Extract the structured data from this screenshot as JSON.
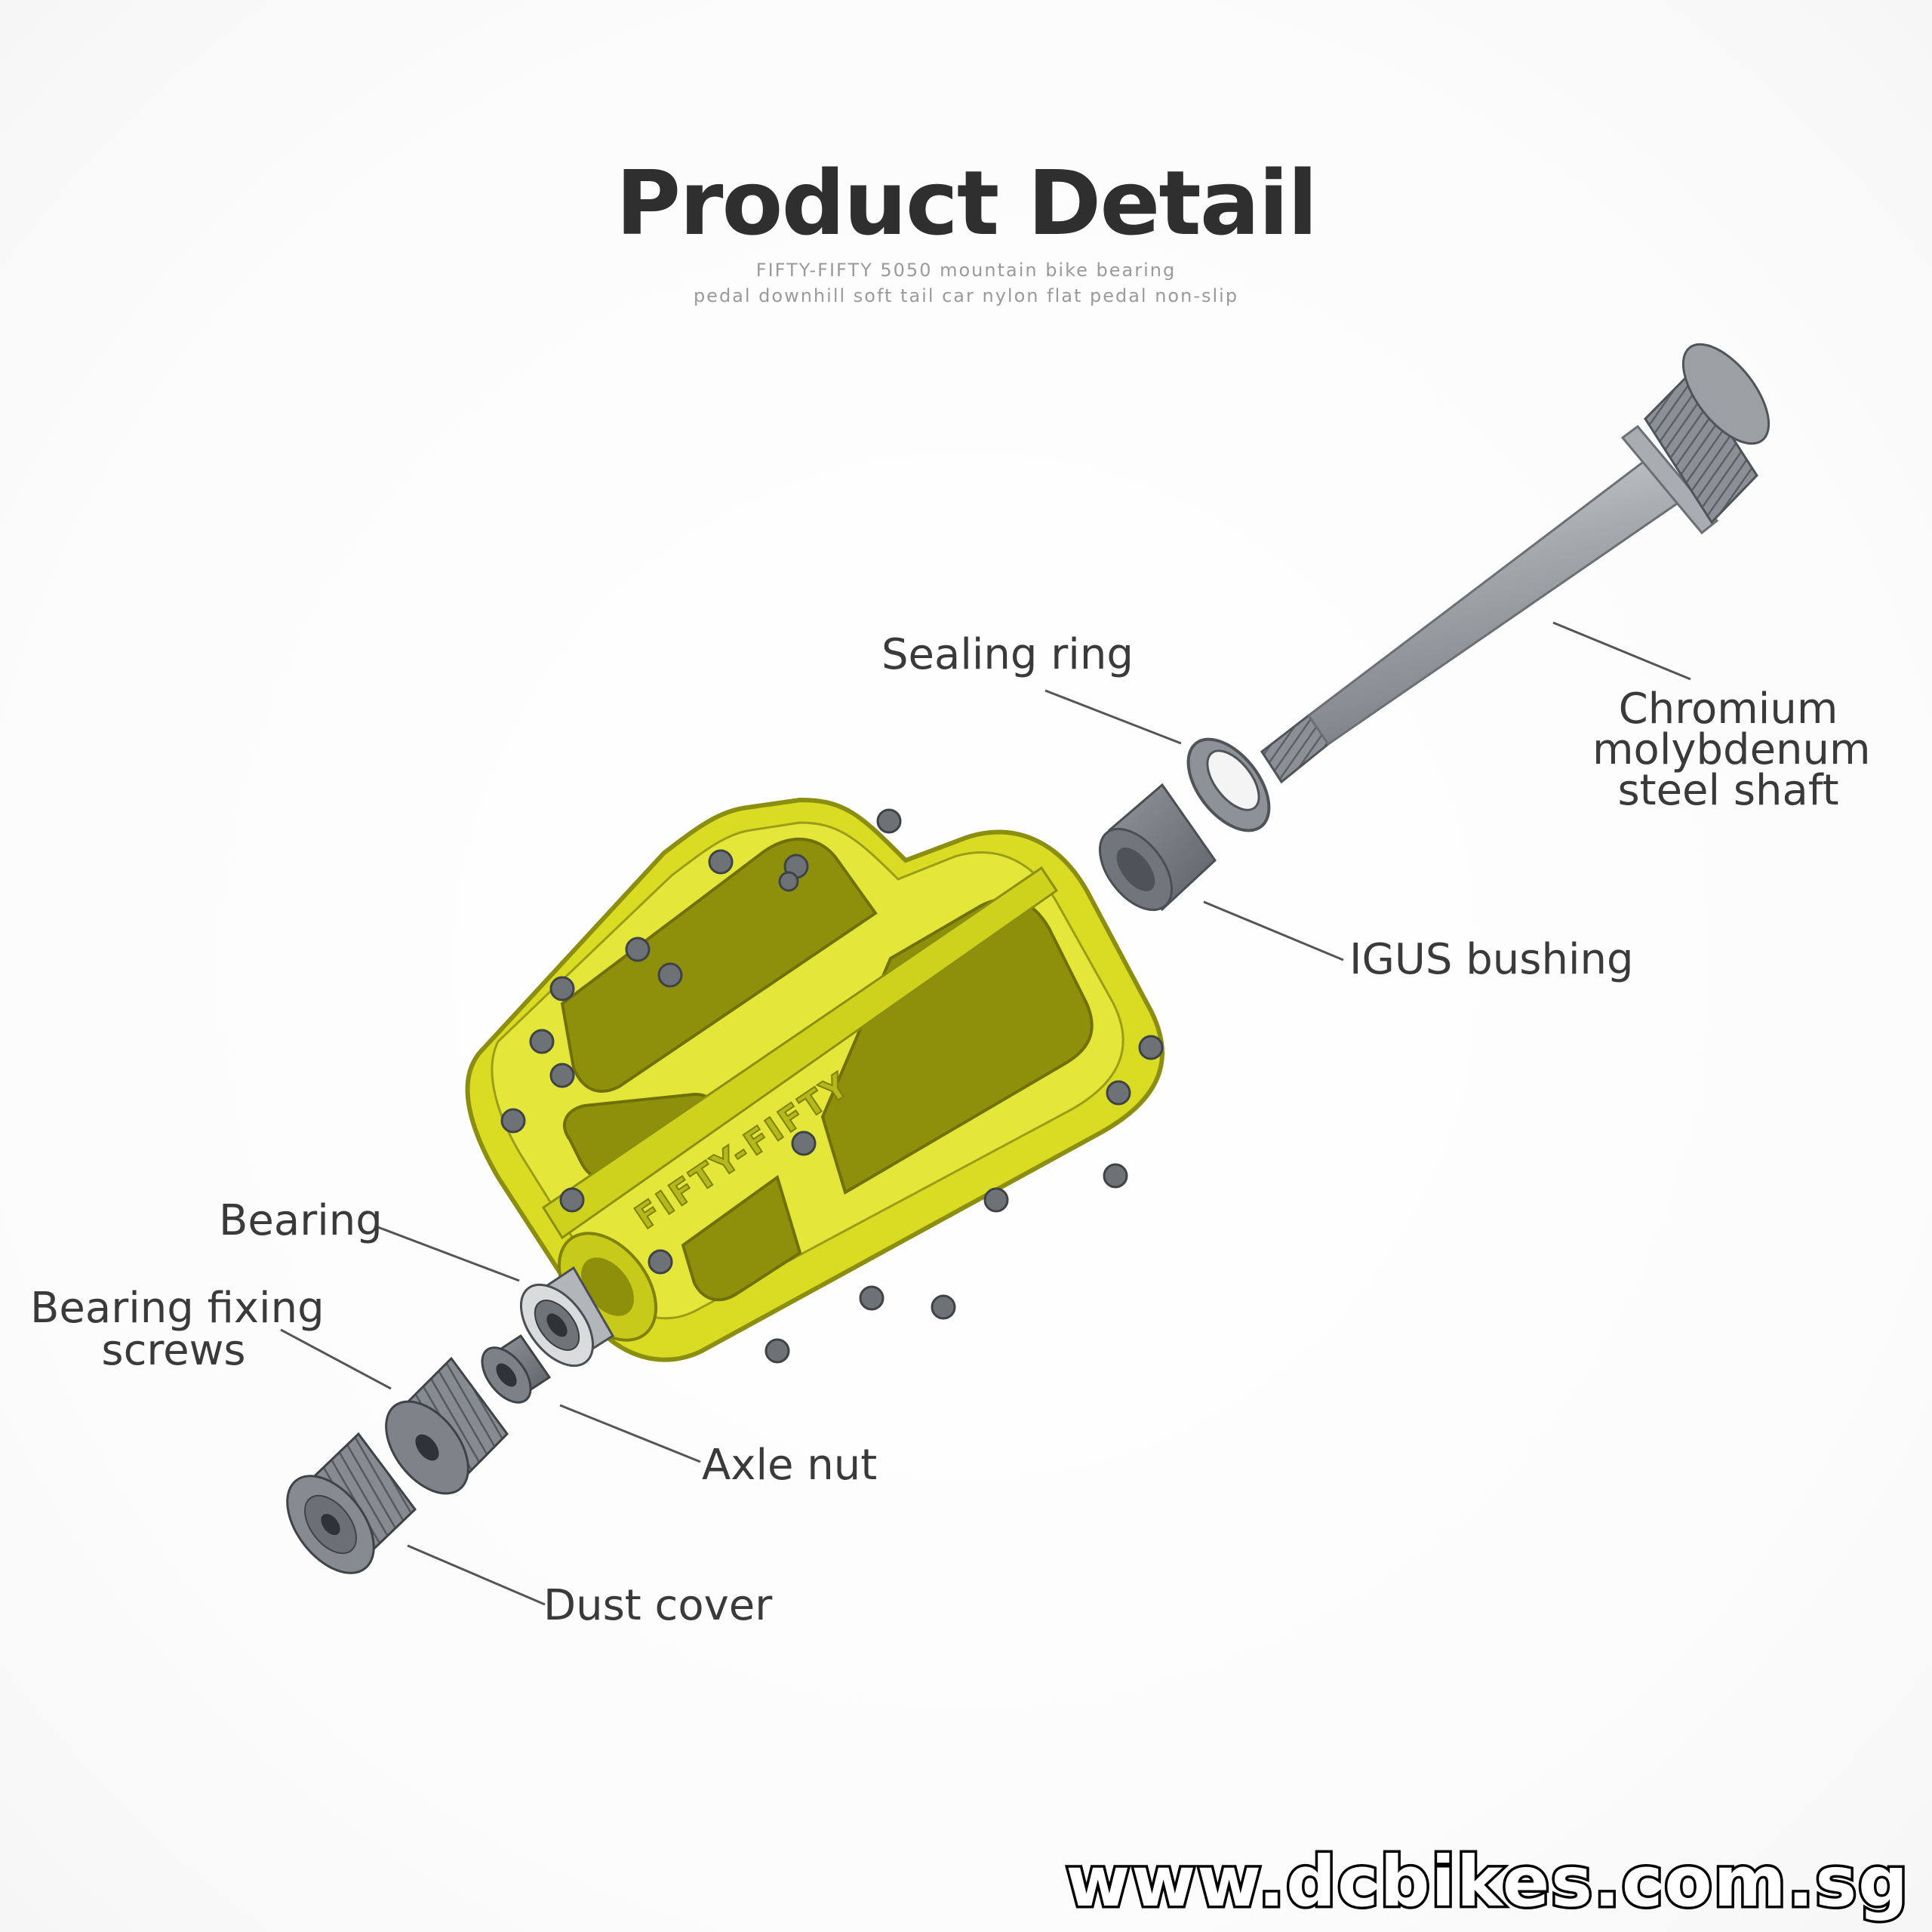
{
  "header": {
    "title": "Product Detail",
    "subtitle_line1": "FIFTY-FIFTY 5050 mountain bike bearing",
    "subtitle_line2": "pedal downhill soft tail car nylon flat pedal non-slip"
  },
  "pedal": {
    "body_color": "#d9dc22",
    "logo_text": "FIFTY-FIFTY"
  },
  "labels": {
    "sealing_ring": "Sealing ring",
    "shaft_line1": "Chromium",
    "shaft_line2": "molybdenum",
    "shaft_line3": "steel shaft",
    "igus_bushing": "IGUS bushing",
    "bearing": "Bearing",
    "fixing_screws_line1": "Bearing fixing",
    "fixing_screws_line2": "screws",
    "axle_nut": "Axle nut",
    "dust_cover": "Dust cover"
  },
  "footer": {
    "website": "www.dcbikes.com.sg"
  }
}
